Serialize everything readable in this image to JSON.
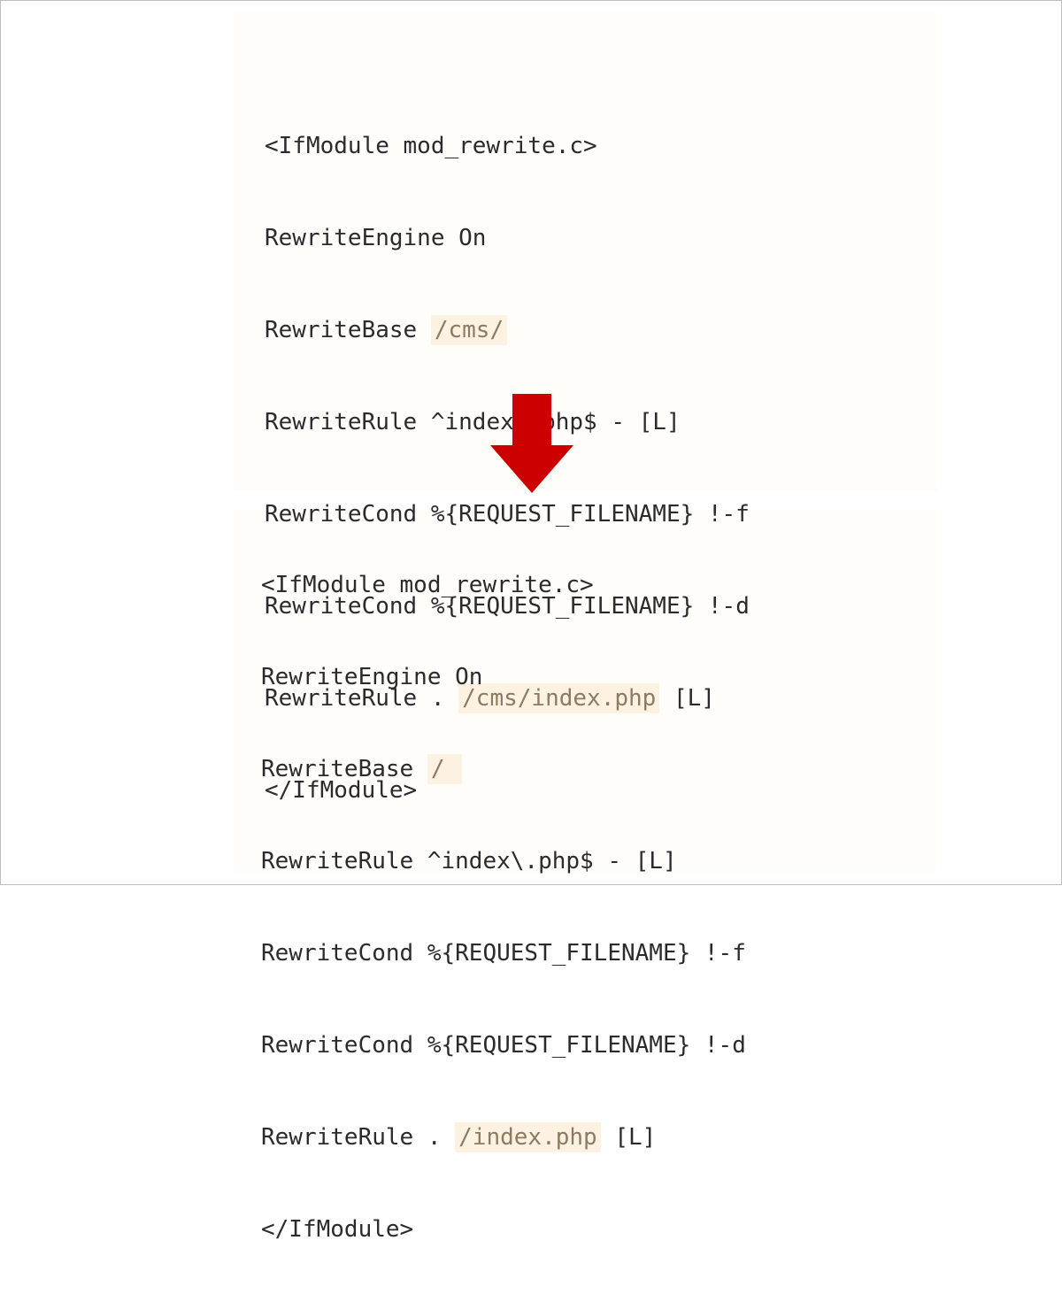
{
  "before": {
    "lines": [
      {
        "text": "<IfModule mod_rewrite.c>"
      },
      {
        "text": "RewriteEngine On"
      },
      {
        "prefix": "RewriteBase ",
        "highlight": "/cms/",
        "suffix": ""
      },
      {
        "text": "RewriteRule ^index\\.php$ - [L]"
      },
      {
        "text": "RewriteCond %{REQUEST_FILENAME} !-f"
      },
      {
        "text": "RewriteCond %{REQUEST_FILENAME} !-d"
      },
      {
        "prefix": "RewriteRule . ",
        "highlight": "/cms/index.php",
        "suffix": " [L]"
      },
      {
        "text": "</IfModule>"
      }
    ]
  },
  "after": {
    "lines": [
      {
        "text": "<IfModule mod_rewrite.c>"
      },
      {
        "text": "RewriteEngine On"
      },
      {
        "prefix": "RewriteBase ",
        "highlight": "/ ",
        "suffix": ""
      },
      {
        "text": "RewriteRule ^index\\.php$ - [L]"
      },
      {
        "text": "RewriteCond %{REQUEST_FILENAME} !-f"
      },
      {
        "text": "RewriteCond %{REQUEST_FILENAME} !-d"
      },
      {
        "prefix": "RewriteRule . ",
        "highlight": "/index.php",
        "suffix": " [L]"
      },
      {
        "text": "</IfModule>"
      }
    ]
  },
  "icons": {
    "arrow": "arrow-down-icon"
  },
  "colors": {
    "arrow": "#cc0000",
    "highlight_bg": "#fdf2e2",
    "highlight_text": "#8d7a62"
  }
}
